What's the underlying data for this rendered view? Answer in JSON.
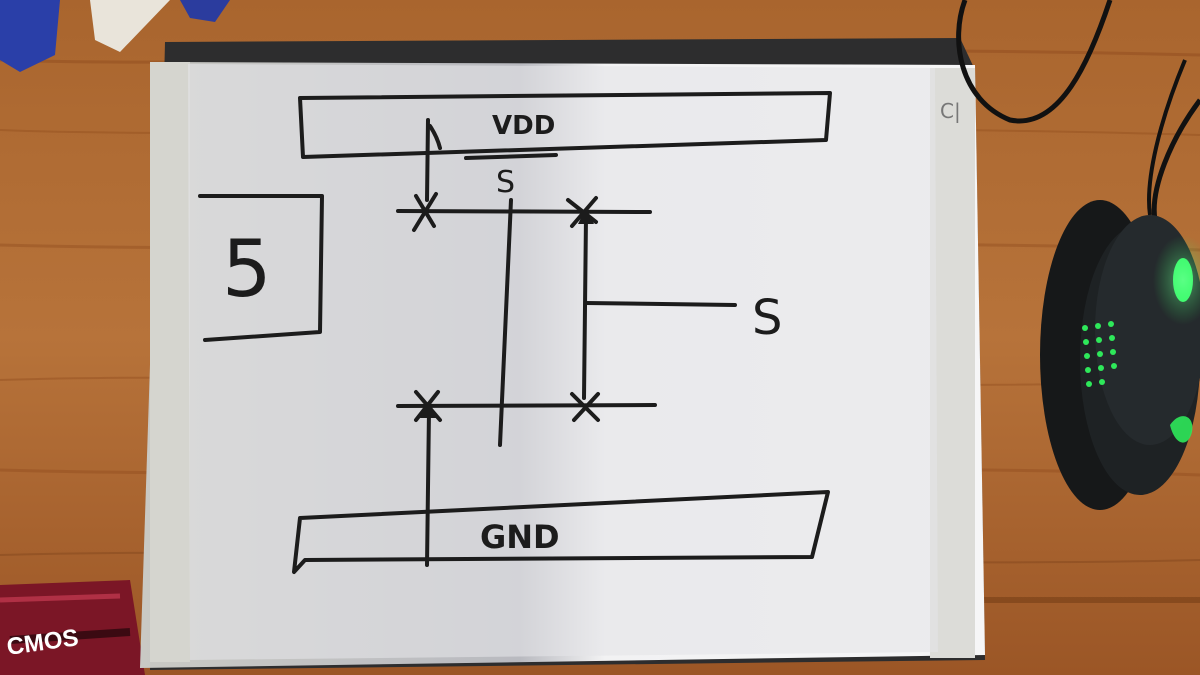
{
  "photo": {
    "colors": {
      "desk": "#a8652e",
      "desk_dark": "#7a4219",
      "board_frame": "#d9d9d4",
      "board_surface": "#ecedee",
      "marker": "#1c1c1c",
      "mouse_body": "#1a1d1f",
      "mouse_glow": "#2ee85a"
    },
    "board": {
      "page_number": "5",
      "top_rail_label": "VDD",
      "bottom_rail_label": "GND",
      "input_label": "S",
      "output_label": "S",
      "corner_marks": "C|"
    },
    "packaging_text": "CMOS"
  }
}
